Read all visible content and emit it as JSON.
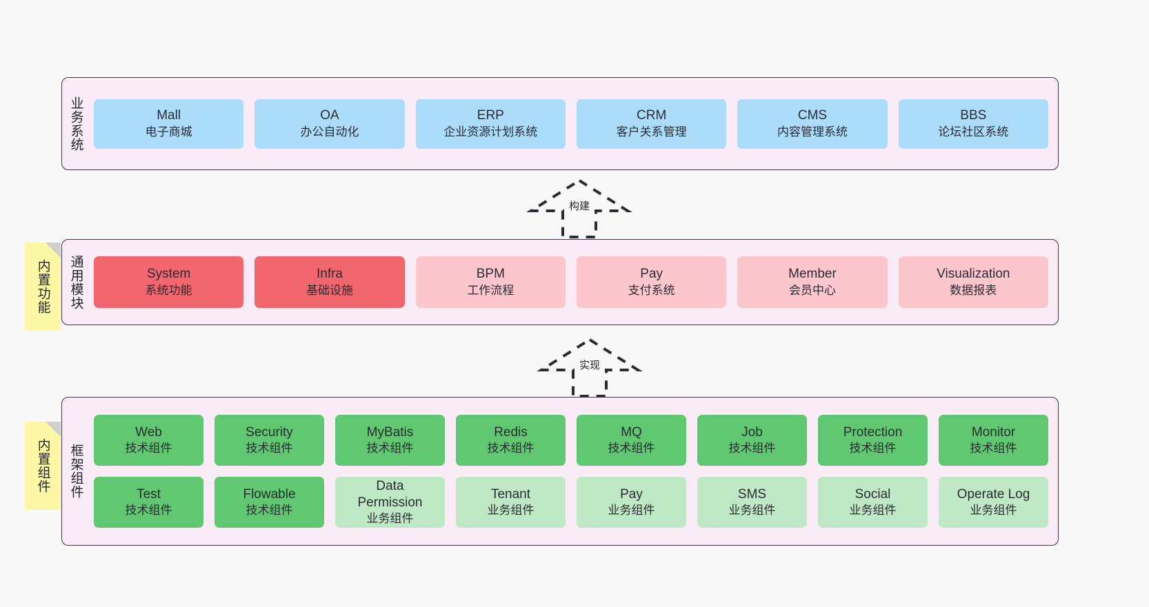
{
  "diagram": {
    "background_color": "#f8f8f8",
    "panel_fill": "#f9ecf6",
    "panel_border": "#3b3640"
  },
  "layers": {
    "business": {
      "title": "业务系统",
      "box_color": "#abddfb",
      "items": [
        {
          "name": "Mall",
          "desc": "电子商城"
        },
        {
          "name": "OA",
          "desc": "办公自动化"
        },
        {
          "name": "ERP",
          "desc": "企业资源计划系统"
        },
        {
          "name": "CRM",
          "desc": "客户关系管理"
        },
        {
          "name": "CMS",
          "desc": "内容管理系统"
        },
        {
          "name": "BBS",
          "desc": "论坛社区系统"
        }
      ]
    },
    "common": {
      "title": "通用模块",
      "sticky": "内置功能",
      "sticky_color": "#fbf7a4",
      "strong_color": "#f2676d",
      "soft_color": "#fbc7cd",
      "items": [
        {
          "name": "System",
          "desc": "系统功能",
          "emphasis": "strong"
        },
        {
          "name": "Infra",
          "desc": "基础设施",
          "emphasis": "strong"
        },
        {
          "name": "BPM",
          "desc": "工作流程",
          "emphasis": "soft"
        },
        {
          "name": "Pay",
          "desc": "支付系统",
          "emphasis": "soft"
        },
        {
          "name": "Member",
          "desc": "会员中心",
          "emphasis": "soft"
        },
        {
          "name": "Visualization",
          "desc": "数据报表",
          "emphasis": "soft"
        }
      ]
    },
    "frame": {
      "title": "框架组件",
      "sticky": "内置组件",
      "sticky_color": "#fbf7a4",
      "tech_color": "#60c870",
      "biz_color": "#bfe9c5",
      "row_tech": [
        {
          "name": "Web",
          "desc": "技术组件"
        },
        {
          "name": "Security",
          "desc": "技术组件"
        },
        {
          "name": "MyBatis",
          "desc": "技术组件"
        },
        {
          "name": "Redis",
          "desc": "技术组件"
        },
        {
          "name": "MQ",
          "desc": "技术组件"
        },
        {
          "name": "Job",
          "desc": "技术组件"
        },
        {
          "name": "Protection",
          "desc": "技术组件"
        },
        {
          "name": "Monitor",
          "desc": "技术组件"
        }
      ],
      "row_mixed": [
        {
          "name": "Test",
          "name2": "",
          "desc": "技术组件",
          "kind": "tech"
        },
        {
          "name": "Flowable",
          "name2": "",
          "desc": "技术组件",
          "kind": "tech"
        },
        {
          "name": "Data",
          "name2": "Permission",
          "desc": "业务组件",
          "kind": "biz"
        },
        {
          "name": "Tenant",
          "name2": "",
          "desc": "业务组件",
          "kind": "biz"
        },
        {
          "name": "Pay",
          "name2": "",
          "desc": "业务组件",
          "kind": "biz"
        },
        {
          "name": "SMS",
          "name2": "",
          "desc": "业务组件",
          "kind": "biz"
        },
        {
          "name": "Social",
          "name2": "",
          "desc": "业务组件",
          "kind": "biz"
        },
        {
          "name": "Operate Log",
          "name2": "",
          "desc": "业务组件",
          "kind": "biz"
        }
      ]
    }
  },
  "connectors": [
    {
      "label": "构建",
      "style": "dashed-hollow-arrow-up",
      "from": "common",
      "to": "business"
    },
    {
      "label": "实现",
      "style": "dashed-hollow-arrow-up",
      "from": "frame",
      "to": "common"
    }
  ]
}
